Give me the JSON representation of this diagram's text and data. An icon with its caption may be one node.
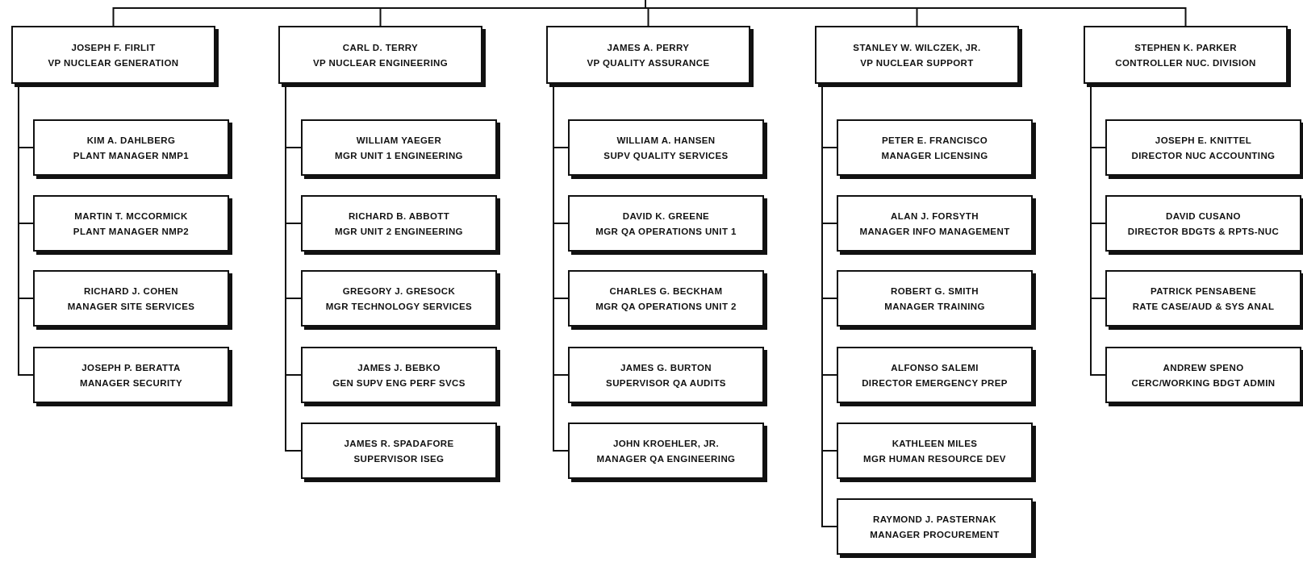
{
  "diagram": {
    "nodes": [
      {
        "text": [
          "JOSEPH F. FIRLIT",
          "VP NUCLEAR GENERATION"
        ]
      },
      {
        "text": [
          "KIM A. DAHLBERG",
          "PLANT MANAGER NMP1"
        ]
      },
      {
        "text": [
          "MARTIN T. MCCORMICK",
          "PLANT MANAGER NMP2"
        ]
      },
      {
        "text": [
          "RICHARD J. COHEN",
          "MANAGER SITE SERVICES"
        ]
      },
      {
        "text": [
          "JOSEPH P. BERATTA",
          "MANAGER SECURITY"
        ]
      },
      {
        "text": [
          "CARL D. TERRY",
          "VP NUCLEAR ENGINEERING"
        ]
      },
      {
        "text": [
          "WILLIAM YAEGER",
          "MGR UNIT 1 ENGINEERING"
        ]
      },
      {
        "text": [
          "RICHARD B. ABBOTT",
          "MGR UNIT 2 ENGINEERING"
        ]
      },
      {
        "text": [
          "GREGORY J. GRESOCK",
          "MGR TECHNOLOGY SERVICES"
        ]
      },
      {
        "text": [
          "JAMES J. BEBKO",
          "GEN SUPV ENG PERF SVCS"
        ]
      },
      {
        "text": [
          "JAMES R. SPADAFORE",
          "SUPERVISOR ISEG"
        ]
      },
      {
        "text": [
          "JAMES A. PERRY",
          "VP QUALITY ASSURANCE"
        ]
      },
      {
        "text": [
          "WILLIAM A. HANSEN",
          "SUPV QUALITY SERVICES"
        ]
      },
      {
        "text": [
          "DAVID K. GREENE",
          "MGR QA OPERATIONS UNIT 1"
        ]
      },
      {
        "text": [
          "CHARLES G. BECKHAM",
          "MGR QA OPERATIONS UNIT 2"
        ]
      },
      {
        "text": [
          "JAMES G. BURTON",
          "SUPERVISOR QA AUDITS"
        ]
      },
      {
        "text": [
          "JOHN KROEHLER, JR.",
          "MANAGER QA ENGINEERING"
        ]
      },
      {
        "text": [
          "STANLEY W. WILCZEK, JR.",
          "VP NUCLEAR SUPPORT"
        ]
      },
      {
        "text": [
          "PETER E. FRANCISCO",
          "MANAGER LICENSING"
        ]
      },
      {
        "text": [
          "ALAN J. FORSYTH",
          "MANAGER INFO MANAGEMENT"
        ]
      },
      {
        "text": [
          "ROBERT G. SMITH",
          "MANAGER TRAINING"
        ]
      },
      {
        "text": [
          "ALFONSO SALEMI",
          "DIRECTOR EMERGENCY PREP"
        ]
      },
      {
        "text": [
          "KATHLEEN MILES",
          "MGR HUMAN RESOURCE DEV"
        ]
      },
      {
        "text": [
          "RAYMOND J. PASTERNAK",
          "MANAGER PROCUREMENT"
        ]
      },
      {
        "text": [
          "STEPHEN K. PARKER",
          "CONTROLLER NUC. DIVISION"
        ]
      },
      {
        "text": [
          "JOSEPH E. KNITTEL",
          "DIRECTOR NUC ACCOUNTING"
        ]
      },
      {
        "text": [
          "DAVID CUSANO",
          "DIRECTOR BDGTS & RPTS-NUC"
        ]
      },
      {
        "text": [
          "PATRICK PENSABENE",
          "RATE CASE/AUD & SYS ANAL"
        ]
      },
      {
        "text": [
          "ANDREW SPENO",
          "CERC/WORKING BDGT ADMIN"
        ]
      }
    ],
    "edges": [
      {
        "from": null,
        "to": 0,
        "arrow": "none"
      },
      {
        "from": null,
        "to": 5,
        "arrow": "none"
      },
      {
        "from": null,
        "to": 11,
        "arrow": "none"
      },
      {
        "from": null,
        "to": 17,
        "arrow": "none"
      },
      {
        "from": null,
        "to": 24,
        "arrow": "none"
      },
      {
        "from": 0,
        "to": 1,
        "arrow": "none"
      },
      {
        "from": 0,
        "to": 2,
        "arrow": "none"
      },
      {
        "from": 0,
        "to": 3,
        "arrow": "none"
      },
      {
        "from": 0,
        "to": 4,
        "arrow": "none"
      },
      {
        "from": 5,
        "to": 6,
        "arrow": "none"
      },
      {
        "from": 5,
        "to": 7,
        "arrow": "none"
      },
      {
        "from": 5,
        "to": 8,
        "arrow": "none"
      },
      {
        "from": 5,
        "to": 9,
        "arrow": "none"
      },
      {
        "from": 5,
        "to": 10,
        "arrow": "none"
      },
      {
        "from": 11,
        "to": 12,
        "arrow": "none"
      },
      {
        "from": 11,
        "to": 13,
        "arrow": "none"
      },
      {
        "from": 11,
        "to": 14,
        "arrow": "none"
      },
      {
        "from": 11,
        "to": 15,
        "arrow": "none"
      },
      {
        "from": 11,
        "to": 16,
        "arrow": "none"
      },
      {
        "from": 17,
        "to": 18,
        "arrow": "none"
      },
      {
        "from": 17,
        "to": 19,
        "arrow": "none"
      },
      {
        "from": 17,
        "to": 20,
        "arrow": "none"
      },
      {
        "from": 17,
        "to": 21,
        "arrow": "none"
      },
      {
        "from": 17,
        "to": 22,
        "arrow": "none"
      },
      {
        "from": 17,
        "to": 23,
        "arrow": "none"
      },
      {
        "from": 24,
        "to": 25,
        "arrow": "none"
      },
      {
        "from": 24,
        "to": 26,
        "arrow": "none"
      },
      {
        "from": 24,
        "to": 27,
        "arrow": "none"
      },
      {
        "from": 24,
        "to": 28,
        "arrow": "none"
      }
    ]
  }
}
